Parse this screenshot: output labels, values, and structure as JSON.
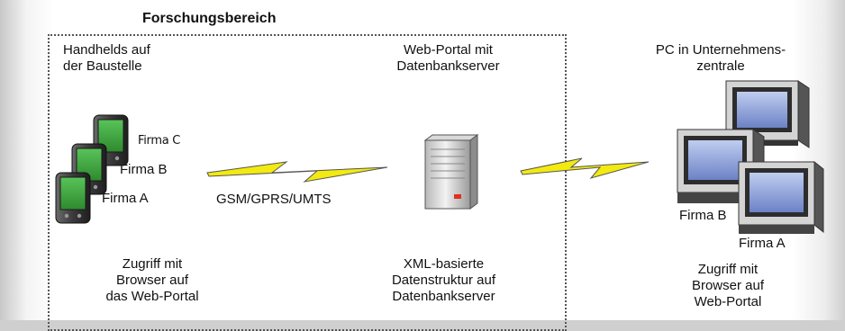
{
  "title": "Forschungsbereich",
  "handhelds": {
    "heading": [
      "Handhelds auf",
      "der Baustelle"
    ],
    "firms": [
      "Firma C",
      "Firma B",
      "Firma  A"
    ],
    "access": [
      "Zugriff mit",
      "Browser auf",
      "das Web-Portal"
    ]
  },
  "link_label": "GSM/GPRS/UMTS",
  "server": {
    "heading": [
      "Web-Portal mit",
      "Datenbankserver"
    ],
    "caption": [
      "XML-basierte",
      "Datenstruktur auf",
      "Datenbankserver"
    ]
  },
  "pcs": {
    "heading": [
      "PC in Unternehmens-",
      "zentrale"
    ],
    "firms": [
      "Firma B",
      "Firma  A"
    ],
    "access": [
      "Zugriff mit",
      "Browser auf",
      "Web-Portal"
    ]
  },
  "colors": {
    "bolt": "#f2ea10",
    "handheld_screen": "#3fa93f",
    "monitor_screen": "#8a9fd8",
    "server_led": "#e03020"
  }
}
